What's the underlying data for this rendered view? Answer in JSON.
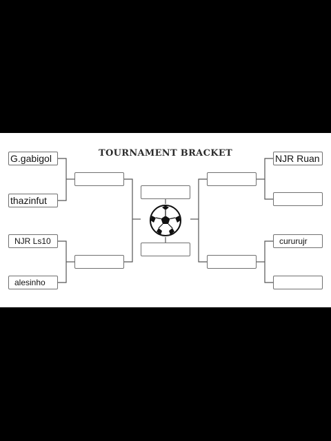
{
  "title": "TOURNAMENT BRACKET",
  "left": {
    "round1": [
      "G.gabigol",
      "thazinfut",
      "NJR Ls10",
      "alesinho"
    ],
    "round2": [
      "",
      ""
    ]
  },
  "right": {
    "round1": [
      "NJR Ruan",
      "",
      "cururujr",
      ""
    ],
    "round2": [
      "",
      ""
    ]
  },
  "final": [
    "",
    ""
  ],
  "center_icon": "soccer-ball-icon"
}
